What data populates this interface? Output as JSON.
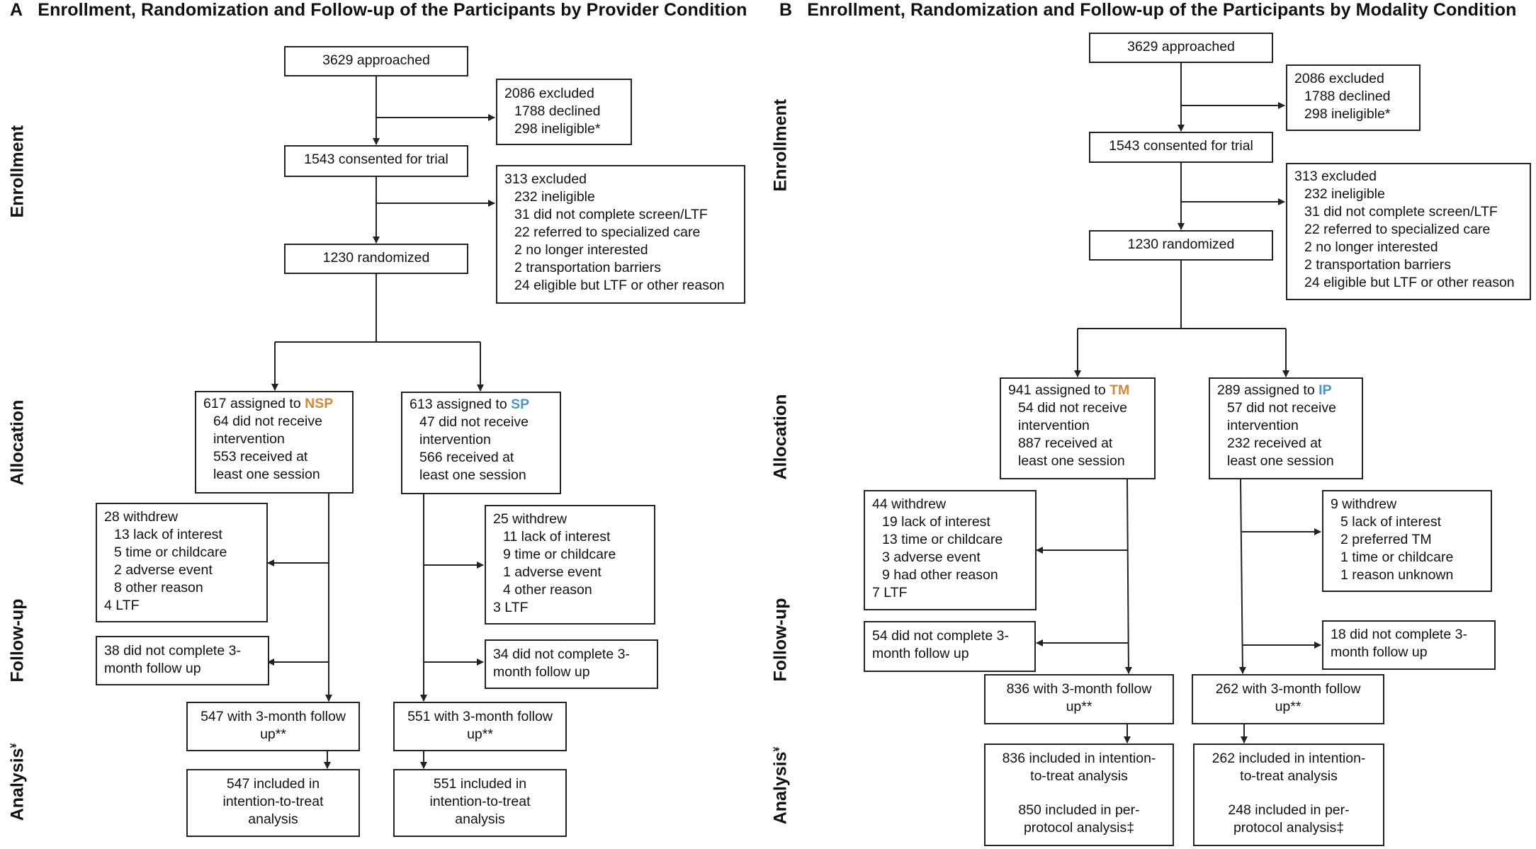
{
  "panel_a": {
    "letter": "A",
    "title": "Enrollment, Randomization and Follow-up of the Participants by Provider Condition",
    "approached": "3629 approached",
    "excluded1": [
      "2086 excluded",
      "1788 declined",
      "298 ineligible*"
    ],
    "consented": "1543 consented for trial",
    "excluded2": [
      "313 excluded",
      "232 ineligible",
      "31 did not complete screen/LTF",
      "22 referred to specialized care",
      "2 no longer interested",
      "2 transportation barriers",
      "24 eligible but LTF or other reason"
    ],
    "randomized": "1230 randomized",
    "arm1": {
      "assigned_prefix": "617 assigned to ",
      "arm": "NSP",
      "lines": [
        "64 did not receive",
        "intervention",
        "553 received at",
        "least one session"
      ]
    },
    "arm2": {
      "assigned_prefix": "613 assigned to ",
      "arm": "SP",
      "lines": [
        "47 did not receive",
        "intervention",
        "566 received at",
        "least one session"
      ]
    },
    "withdrew1": [
      "28 withdrew",
      "13 lack of interest",
      "5 time or childcare",
      "2 adverse event",
      "8 other reason",
      "4 LTF"
    ],
    "withdrew2": [
      "25 withdrew",
      "11 lack of interest",
      "9 time or childcare",
      "1 adverse event",
      "4 other reason",
      "3 LTF"
    ],
    "notcomplete1": [
      "38 did not complete 3-",
      "month follow up"
    ],
    "notcomplete2": [
      "34 did not complete 3-",
      "month follow up"
    ],
    "followup1": [
      "547 with 3-month follow",
      "up**"
    ],
    "followup2": [
      "551 with 3-month follow",
      "up**"
    ],
    "analysis1": [
      "547 included in",
      "intention-to-treat",
      "analysis"
    ],
    "analysis2": [
      "551 included in",
      "intention-to-treat",
      "analysis"
    ]
  },
  "panel_b": {
    "letter": "B",
    "title": "Enrollment, Randomization and Follow-up of the Participants by Modality Condition",
    "approached": "3629 approached",
    "excluded1": [
      "2086 excluded",
      "1788 declined",
      "298 ineligible*"
    ],
    "consented": "1543 consented for trial",
    "excluded2": [
      "313 excluded",
      "232 ineligible",
      "31 did not complete screen/LTF",
      "22 referred to specialized care",
      "2 no longer interested",
      "2 transportation barriers",
      "24 eligible but LTF or other reason"
    ],
    "randomized": "1230 randomized",
    "arm1": {
      "assigned_prefix": "941 assigned to ",
      "arm": "TM",
      "lines": [
        "54 did not receive",
        "intervention",
        "887 received at",
        "least one session"
      ]
    },
    "arm2": {
      "assigned_prefix": "289 assigned to ",
      "arm": "IP",
      "lines": [
        "57 did not receive",
        "intervention",
        "232 received at",
        "least one session"
      ]
    },
    "withdrew1": [
      "44 withdrew",
      "19 lack of interest",
      "13 time or childcare",
      "3 adverse event",
      "9 had other reason",
      "7 LTF"
    ],
    "withdrew2": [
      "9 withdrew",
      "5 lack of interest",
      "2 preferred TM",
      "1 time or childcare",
      "1 reason unknown"
    ],
    "notcomplete1": [
      "54 did not complete 3-",
      "month follow up"
    ],
    "notcomplete2": [
      "18 did not complete 3-",
      "month follow up"
    ],
    "followup1": [
      "836 with 3-month follow",
      "up**"
    ],
    "followup2": [
      "262 with 3-month follow",
      "up**"
    ],
    "analysis1": [
      "836 included in intention-",
      "to-treat analysis",
      "850 included in per-",
      "protocol analysis‡"
    ],
    "analysis2": [
      "262 included in intention-",
      "to-treat analysis",
      "248 included in per-",
      "protocol analysis‡"
    ]
  },
  "side_labels": {
    "enrollment": "Enrollment",
    "allocation": "Allocation",
    "followup": "Follow-up",
    "analysis": "Analysis",
    "analysis_mark": "¥"
  },
  "colors": {
    "nsp_tm": "#d08a3c",
    "sp_ip": "#4f93c2",
    "line": "#222222"
  }
}
